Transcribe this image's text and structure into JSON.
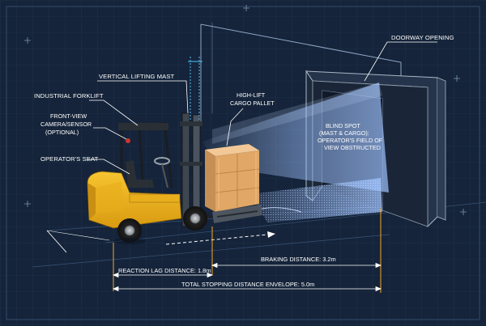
{
  "labels": {
    "doorway": "DOORWAY OPENING",
    "mast": "VERTICAL LIFTING MAST",
    "forklift": "INDUSTRIAL FORKLIFT",
    "pallet_line1": "HIGH-LIFT",
    "pallet_line2": "CARGO PALLET",
    "camera_line1": "FRONT-VIEW",
    "camera_line2": "CAMERA/SENSOR",
    "camera_line3": "(OPTIONAL)",
    "seat": "OPERATOR'S SEAT",
    "blind_line1": "BLIND SPOT",
    "blind_line2": "(MAST & CARGO):",
    "blind_line3": "OPERATOR'S FIELD OF",
    "blind_line4": "VIEW OBSTRUCTED"
  },
  "dimensions": {
    "braking": "BRAKING DISTANCE: 3.2m",
    "reaction": "REACTION LAG DISTANCE: 1.8m",
    "total": "TOTAL STOPPING DISTANCE ENVELOPE: 5.0m"
  },
  "colors": {
    "background": "#15243a",
    "forklift_body": "#f0b91c",
    "dimension_accent": "#f5a623",
    "view_beam": "#9fc3ff"
  }
}
